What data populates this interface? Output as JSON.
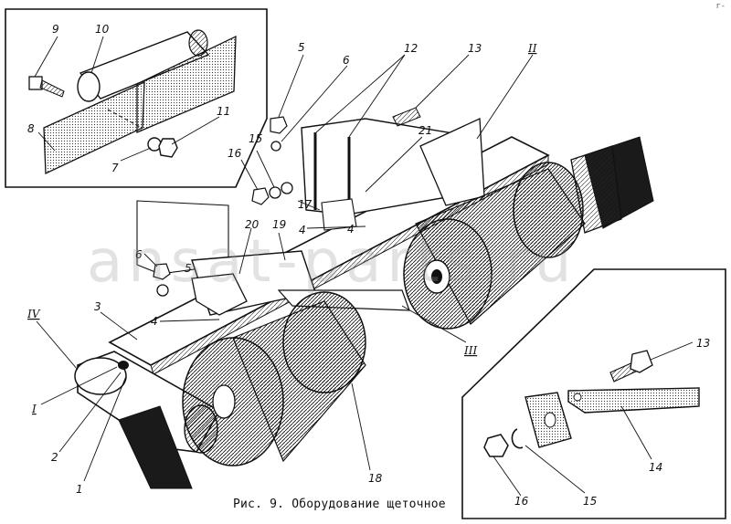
{
  "figure": {
    "caption": "Рис. 9. Оборудование щеточное",
    "watermark": "ansat-parts.ru",
    "corner_mark": "r-"
  },
  "callouts": {
    "n1": "1",
    "n2": "2",
    "n3": "3",
    "n4a": "4",
    "n4b": "4",
    "n4c": "4",
    "n5a": "5",
    "n5b": "5",
    "n6a": "6",
    "n6b": "6",
    "n7": "7",
    "n8": "8",
    "n9": "9",
    "n10": "10",
    "n11": "11",
    "n12": "12",
    "n13a": "13",
    "n13b": "13",
    "n14": "14",
    "n15a": "15",
    "n15b": "15",
    "n16a": "16",
    "n16b": "16",
    "n17": "17",
    "n18": "18",
    "n19": "19",
    "n20": "20",
    "n21": "21",
    "rI": "I",
    "rII": "II",
    "rIII": "III",
    "rIV": "IV"
  },
  "colors": {
    "ink": "#111111",
    "paper": "#ffffff",
    "shade": "#3a3a3a"
  }
}
